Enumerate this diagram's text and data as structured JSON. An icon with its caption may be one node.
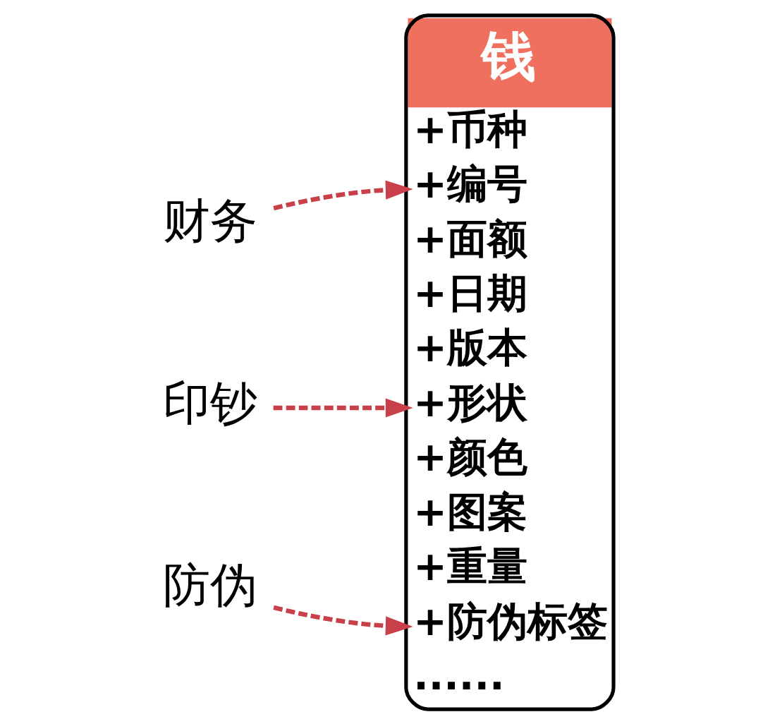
{
  "diagram": {
    "nodes": [
      {
        "text": [
          "财务"
        ]
      },
      {
        "text": [
          "印钞"
        ]
      },
      {
        "text": [
          "防伪"
        ]
      },
      {
        "text": [
          "钱",
          "+币种",
          "+编号",
          "+面额",
          "+日期",
          "+版本",
          "+形状",
          "+颜色",
          "+图案",
          "+重量",
          "+防伪标签",
          "......"
        ]
      }
    ],
    "edges": [
      {
        "from": 0,
        "to": 3,
        "arrow": "to",
        "style": "dashed"
      },
      {
        "from": 1,
        "to": 3,
        "arrow": "to",
        "style": "dashed"
      },
      {
        "from": 2,
        "to": 3,
        "arrow": "to",
        "style": "dashed"
      }
    ]
  }
}
